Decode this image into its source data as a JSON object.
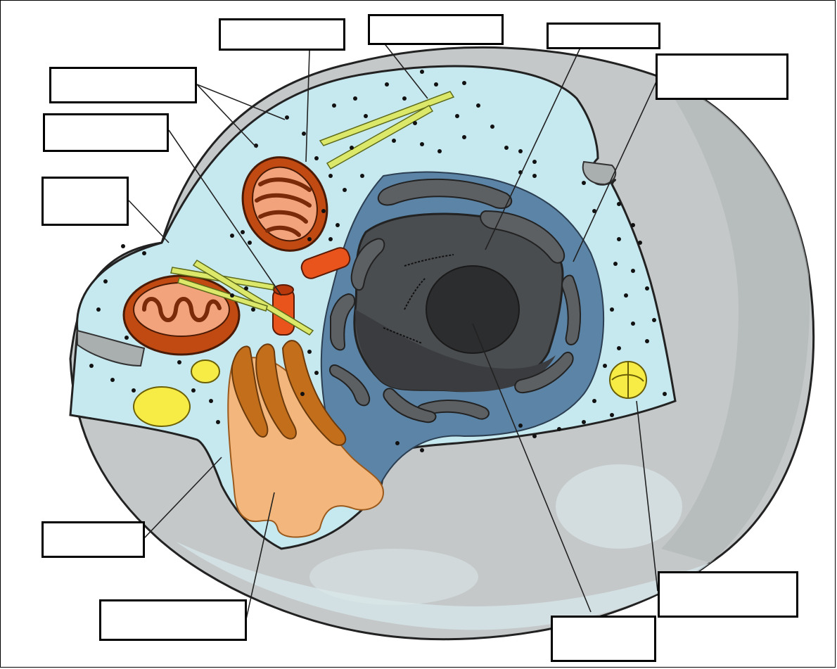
{
  "diagram": {
    "type": "animal-cell-labeling-worksheet",
    "colors": {
      "membrane_gray": "#c4c8c9",
      "membrane_gray_dark": "#a9aeaf",
      "cytoplasm": "#c6e8ef",
      "nucleus_dark": "#4a4d50",
      "nucleolus": "#2c2d2f",
      "nuclear_envelope": "#5d6063",
      "rough_er": "#5b84a6",
      "mitochondria": "#c04a12",
      "mitochondria_inner": "#f3a37c",
      "golgi": "#f3b67c",
      "golgi_dark": "#c36e1a",
      "lysosome": "#f7ec46",
      "centriole": "#e8541c",
      "microtubule": "#dce86a",
      "ribosome": "#111111"
    },
    "labels": [
      {
        "id": "label-box-1",
        "text": ""
      },
      {
        "id": "label-box-2",
        "text": ""
      },
      {
        "id": "label-box-3",
        "text": ""
      },
      {
        "id": "label-box-4",
        "text": ""
      },
      {
        "id": "label-box-5",
        "text": ""
      },
      {
        "id": "label-box-6",
        "text": ""
      },
      {
        "id": "label-box-7",
        "text": ""
      },
      {
        "id": "label-box-8",
        "text": ""
      },
      {
        "id": "label-box-9",
        "text": ""
      },
      {
        "id": "label-box-10",
        "text": ""
      },
      {
        "id": "label-box-11",
        "text": ""
      }
    ]
  }
}
